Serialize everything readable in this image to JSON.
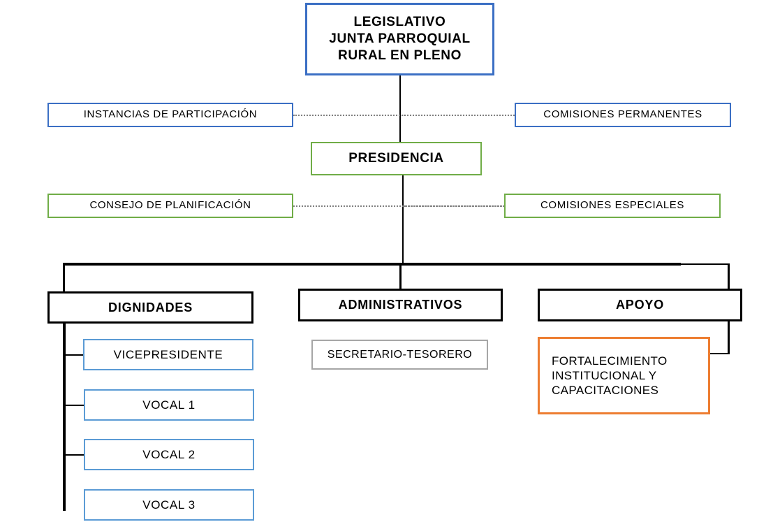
{
  "diagram": {
    "title": "Organigrama Junta Parroquial Rural",
    "colors": {
      "blue_dark": "#3b6fc4",
      "blue_light": "#5b9bd5",
      "green": "#70ad47",
      "orange": "#ed7d31",
      "gray": "#a6a6a6",
      "black": "#000000",
      "dotted_gray": "#808080"
    },
    "nodes": {
      "legislativo": {
        "line1": "LEGISLATIVO",
        "line2": "JUNTA PARROQUIAL",
        "line3": "RURAL EN PLENO"
      },
      "instancias_participacion": "INSTANCIAS DE PARTICIPACIÓN",
      "comisiones_permanentes": "COMISIONES PERMANENTES",
      "presidencia": "PRESIDENCIA",
      "consejo_planificacion": "CONSEJO DE PLANIFICACIÓN",
      "comisiones_especiales": "COMISIONES ESPECIALES",
      "dignidades": "DIGNIDADES",
      "administrativos": "ADMINISTRATIVOS",
      "apoyo": "APOYO",
      "vicepresidente": "VICEPRESIDENTE",
      "vocal1": "VOCAL 1",
      "vocal2": "VOCAL 2",
      "vocal3": "VOCAL 3",
      "secretario_tesorero": "SECRETARIO-TESORERO",
      "fortalecimiento": {
        "line1": "FORTALECIMIENTO",
        "line2": "INSTITUCIONAL   Y",
        "line3": "CAPACITACIONES"
      }
    }
  }
}
